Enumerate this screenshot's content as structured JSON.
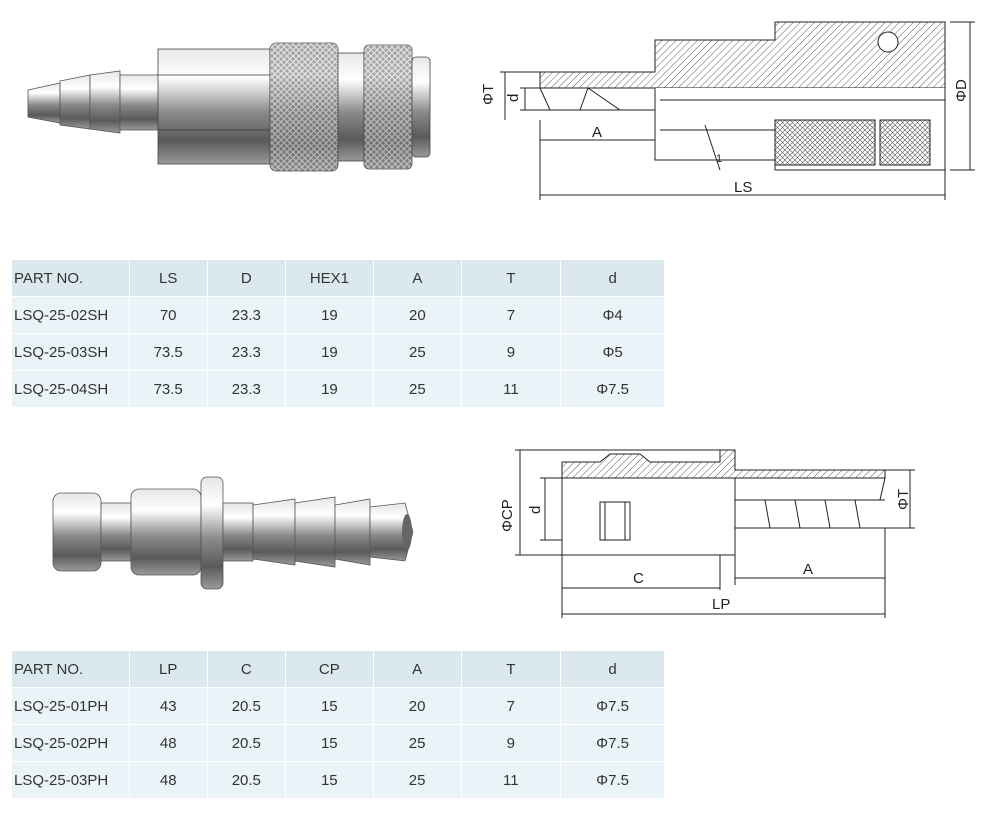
{
  "socket": {
    "dimension_labels": {
      "t": "ΦT",
      "d": "d",
      "big_d": "ΦD",
      "a": "A",
      "ls": "LS",
      "one": "1"
    },
    "table": {
      "headers": [
        "PART NO.",
        "LS",
        "D",
        "HEX1",
        "A",
        "T",
        "d"
      ],
      "rows": [
        [
          "LSQ-25-02SH",
          "70",
          "23.3",
          "19",
          "20",
          "7",
          "Φ4"
        ],
        [
          "LSQ-25-03SH",
          "73.5",
          "23.3",
          "19",
          "25",
          "9",
          "Φ5"
        ],
        [
          "LSQ-25-04SH",
          "73.5",
          "23.3",
          "19",
          "25",
          "11",
          "Φ7.5"
        ]
      ]
    }
  },
  "plug": {
    "dimension_labels": {
      "cp": "ΦCP",
      "d": "d",
      "t": "ΦT",
      "c": "C",
      "a": "A",
      "lp": "LP"
    },
    "table": {
      "headers": [
        "PART NO.",
        "LP",
        "C",
        "CP",
        "A",
        "T",
        "d"
      ],
      "rows": [
        [
          "LSQ-25-01PH",
          "43",
          "20.5",
          "15",
          "20",
          "7",
          "Φ7.5"
        ],
        [
          "LSQ-25-02PH",
          "48",
          "20.5",
          "15",
          "25",
          "9",
          "Φ7.5"
        ],
        [
          "LSQ-25-03PH",
          "48",
          "20.5",
          "15",
          "25",
          "11",
          "Φ7.5"
        ]
      ]
    }
  },
  "colors": {
    "table_header_bg": "#dbe9ef",
    "table_row_bg": "#eaf3f7",
    "metal": "#9a9a9a",
    "drawing_line": "#222222"
  }
}
